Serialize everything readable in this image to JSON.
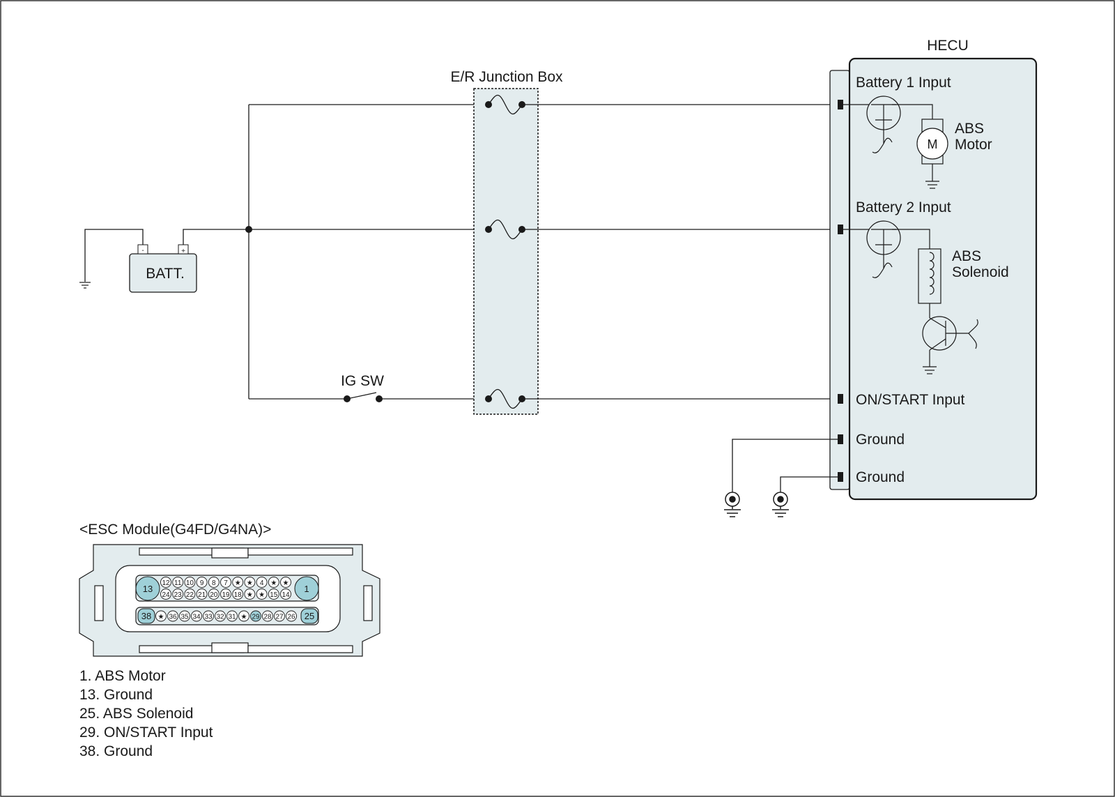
{
  "labels": {
    "junction_box": "E/R Junction Box",
    "hecu": "HECU",
    "battery": "BATT.",
    "battery_minus": "-",
    "battery_plus": "+",
    "ig_switch": "IG SW",
    "battery1_input": "Battery 1 Input",
    "battery2_input": "Battery 2 Input",
    "abs_motor_line1": "ABS",
    "abs_motor_line2": "Motor",
    "motor_symbol": "M",
    "abs_solenoid_line1": "ABS",
    "abs_solenoid_line2": "Solenoid",
    "on_start_input": "ON/START Input",
    "ground_1": "Ground",
    "ground_2": "Ground"
  },
  "connector": {
    "title": "<ESC Module(G4FD/G4NA)>",
    "big_pins": {
      "top_left": "13",
      "top_right": "1",
      "bottom_left": "38",
      "bottom_right": "25"
    },
    "row1": [
      "12",
      "11",
      "10",
      "9",
      "8",
      "7",
      "★",
      "★",
      "4",
      "★",
      "★"
    ],
    "row2": [
      "24",
      "23",
      "22",
      "21",
      "20",
      "19",
      "18",
      "★",
      "★",
      "15",
      "14"
    ],
    "row3": [
      "★",
      "36",
      "35",
      "34",
      "33",
      "32",
      "31",
      "★",
      "29",
      "28",
      "27",
      "26"
    ]
  },
  "legend": [
    "1. ABS Motor",
    "13. Ground",
    "25. ABS Solenoid",
    "29. ON/START Input",
    "38. Ground"
  ],
  "colors": {
    "box_fill": "#e3ecee",
    "highlight_pin": "#9fd0d8",
    "line": "#1a1a1a"
  }
}
